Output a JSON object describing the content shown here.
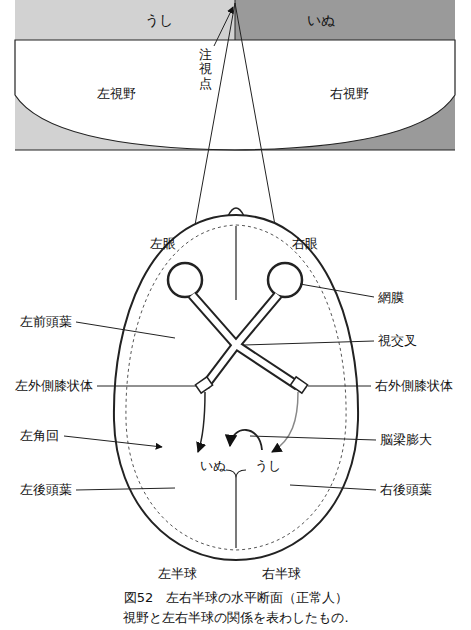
{
  "diagram": {
    "caption": "図52　左右半球の水平断面（正常人） 視野と左右半球の関係を表わしたもの.",
    "nodes": [
      {
        "text": [
          "うし",
          "左視野"
        ]
      },
      {
        "text": [
          "いぬ",
          "右視野"
        ]
      }
    ],
    "labels": [
      "注視点",
      "左眼",
      "右眼",
      "左前頭葉",
      "網膜",
      "視交叉",
      "左外側膝状体",
      "右外側膝状体",
      "左角回",
      "脳梁膨大",
      "いぬ",
      "うし",
      "左後頭葉",
      "右後頭葉",
      "左半球",
      "右半球"
    ]
  }
}
